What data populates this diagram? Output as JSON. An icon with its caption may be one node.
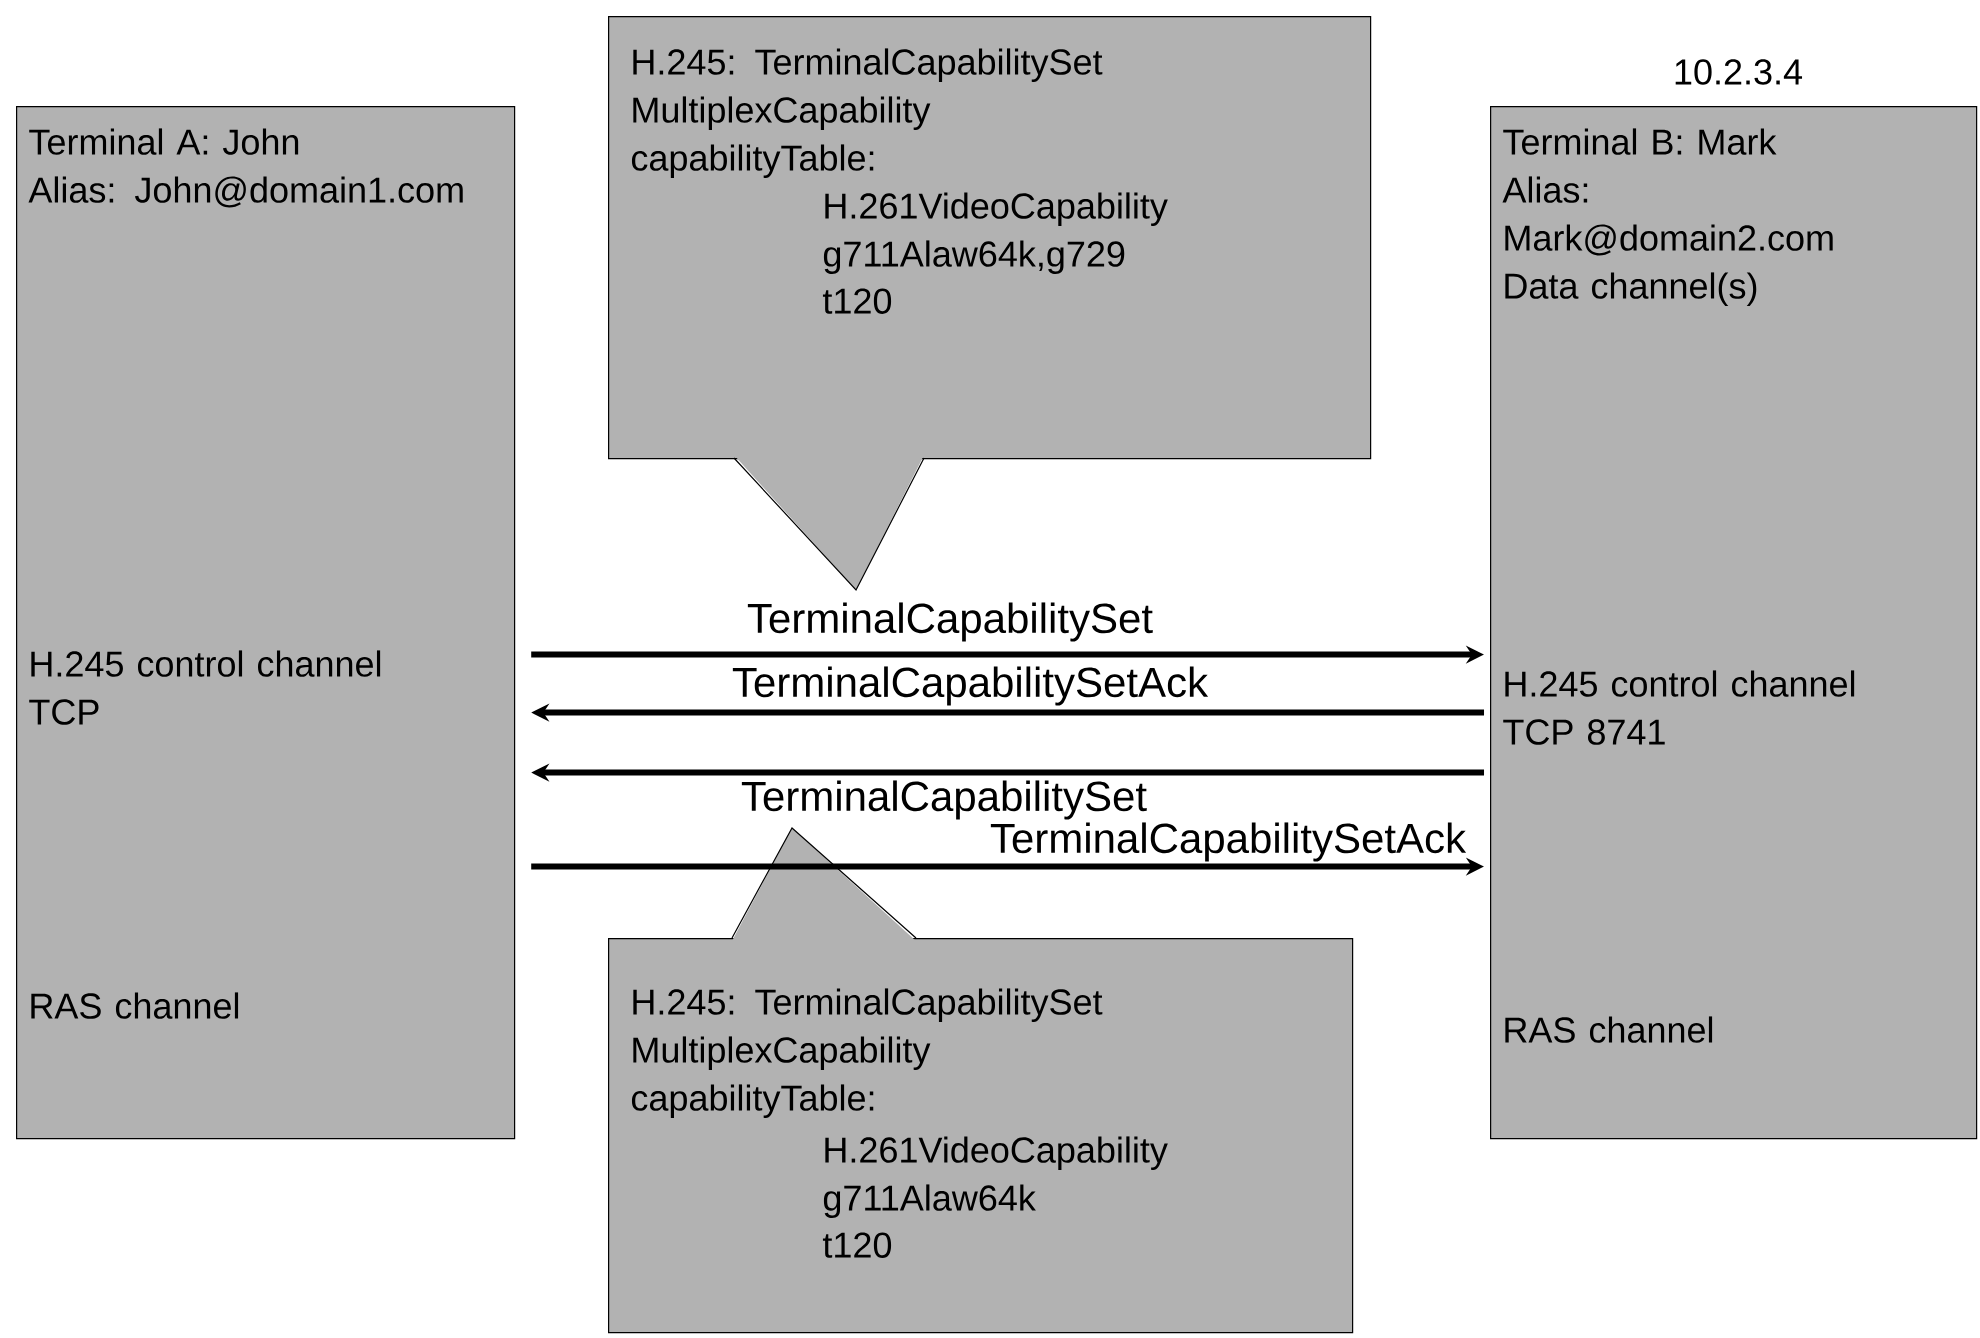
{
  "diagram": {
    "nodes": [
      {
        "text": [
          "Terminal A: John",
          "Alias: John@domain1.com",
          "H.245 control channel TCP",
          "RAS channel"
        ]
      },
      {
        "text": [
          "Terminal B: Mark",
          "Alias: Mark@domain2.com",
          "Data channel(s)",
          "H.245 control channel TCP 8741",
          "RAS channel"
        ],
        "beside": [
          "10.2.3.4"
        ]
      },
      {
        "text": [
          "H.245: TerminalCapabilitySet",
          "MultiplexCapability",
          "capabilityTable:",
          "H.261VideoCapability",
          "g711Alaw64k,g729",
          "t120"
        ]
      },
      {
        "text": [
          "H.245: TerminalCapabilitySet",
          "MultiplexCapability",
          "capabilityTable:",
          "H.261VideoCapability",
          "g711Alaw64k",
          "t120"
        ]
      }
    ],
    "edges": [
      {
        "from": 0,
        "to": 1,
        "arrow": "to",
        "label": "TerminalCapabilitySet"
      },
      {
        "from": 1,
        "to": 0,
        "arrow": "to",
        "label": "TerminalCapabilitySetAck"
      },
      {
        "from": 1,
        "to": 0,
        "arrow": "to",
        "label": "TerminalCapabilitySet"
      },
      {
        "from": 0,
        "to": 1,
        "arrow": "to",
        "label": "TerminalCapabilitySetAck"
      }
    ]
  }
}
